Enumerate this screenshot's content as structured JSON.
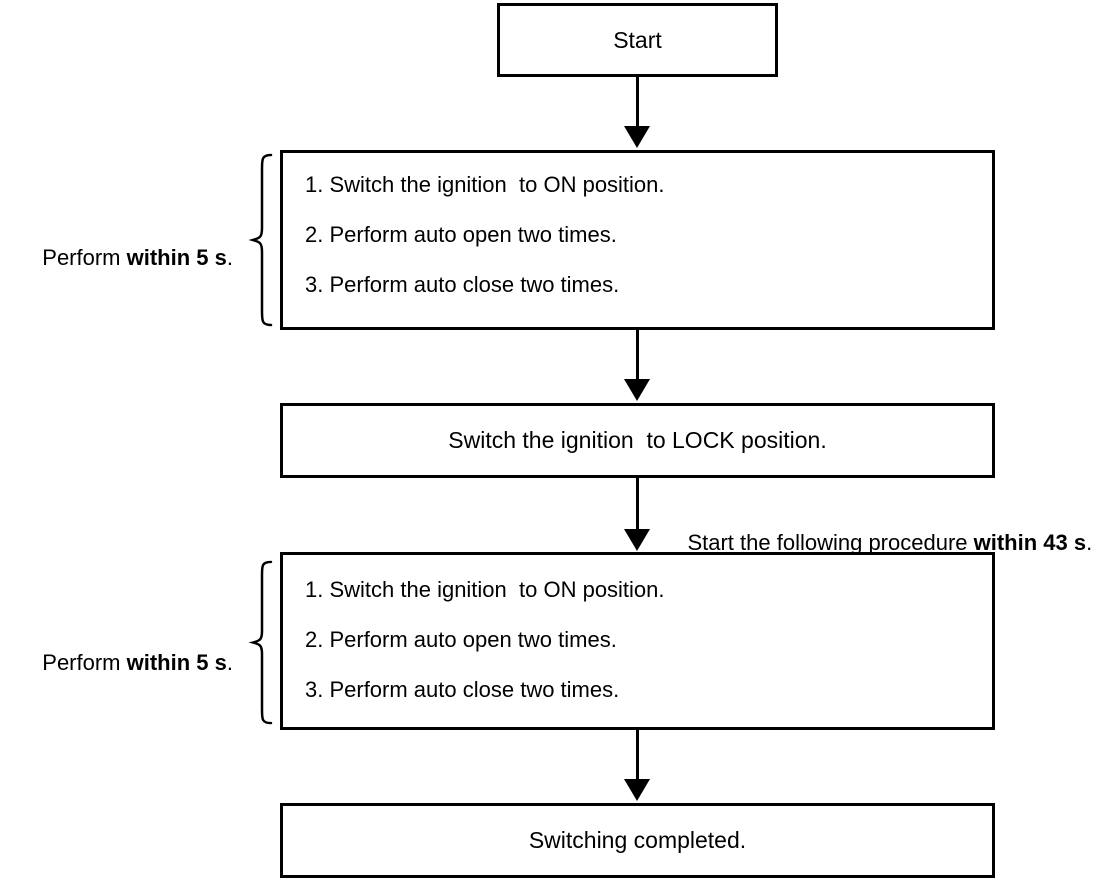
{
  "flowchart": {
    "start": {
      "label": "Start"
    },
    "step_box_1": {
      "lines": [
        "1. Switch the ignition  to ON position.",
        "2. Perform auto open two times.",
        "3. Perform auto close two times."
      ]
    },
    "lock_box": {
      "label": "Switch the ignition  to LOCK position."
    },
    "step_box_2": {
      "lines": [
        "1. Switch the ignition  to ON position.",
        "2. Perform auto open two times.",
        "3. Perform auto close two times."
      ]
    },
    "done_box": {
      "label": "Switching completed."
    },
    "annotation_within5_1": {
      "prefix": "Perform ",
      "bold": "within 5 s",
      "suffix": "."
    },
    "annotation_within43": {
      "prefix": "Start the following procedure ",
      "bold": "within 43 s",
      "suffix": "."
    },
    "annotation_within5_2": {
      "prefix": "Perform ",
      "bold": "within 5 s",
      "suffix": "."
    },
    "colors": {
      "line": "#000000",
      "background": "#ffffff"
    }
  }
}
